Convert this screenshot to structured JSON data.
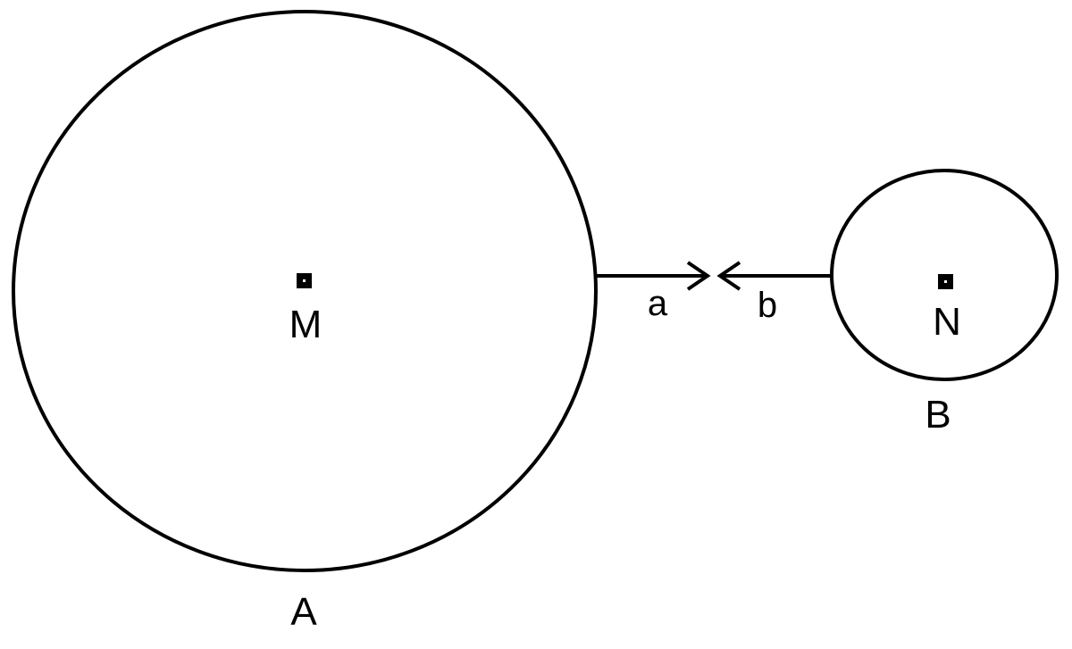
{
  "diagram": {
    "colors": {
      "stroke": "#000000",
      "background": "#ffffff"
    },
    "circle_a": {
      "label": "A",
      "center_label": "M"
    },
    "circle_b": {
      "label": "B",
      "center_label": "N"
    },
    "arrow_a": {
      "label": "a",
      "direction": "right"
    },
    "arrow_b": {
      "label": "b",
      "direction": "left"
    }
  }
}
